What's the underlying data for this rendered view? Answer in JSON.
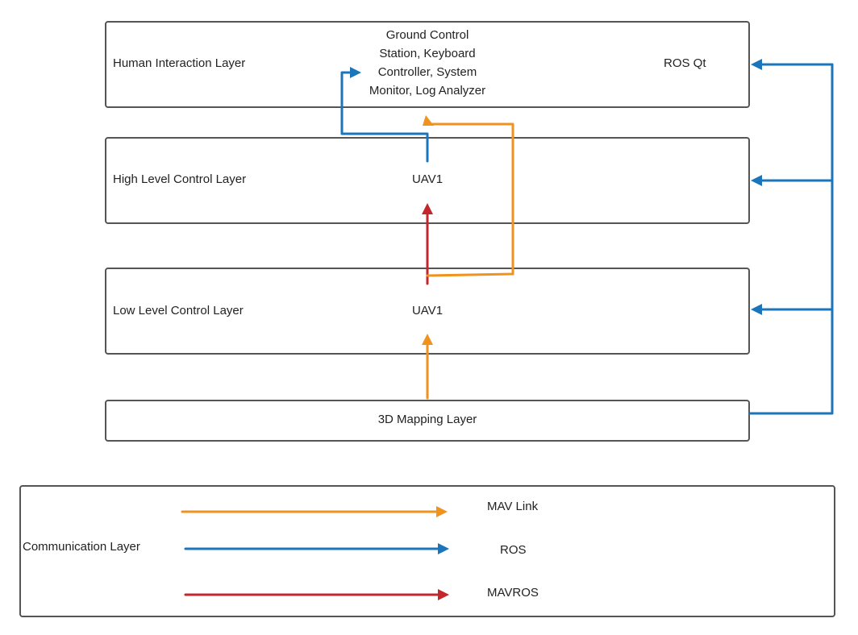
{
  "layers": {
    "human": {
      "label": "Human Interaction Layer",
      "center_line1": "Ground Control",
      "center_line2": "Station, Keyboard",
      "center_line3": "Controller, System",
      "center_line4": "Monitor, Log Analyzer",
      "right_label": "ROS Qt"
    },
    "high": {
      "label": "High Level Control Layer",
      "center_label": "UAV1"
    },
    "low": {
      "label": "Low Level Control Layer",
      "center_label": "UAV1"
    },
    "mapping": {
      "center_label": "3D Mapping Layer"
    }
  },
  "legend": {
    "title": "Communication Layer",
    "items": [
      {
        "label": "MAV Link",
        "color": "#F0921E"
      },
      {
        "label": "ROS",
        "color": "#1B75BB"
      },
      {
        "label": "MAVROS",
        "color": "#C1272D"
      }
    ]
  },
  "colors": {
    "mavlink": "#F0921E",
    "ros": "#1B75BB",
    "mavros": "#C1272D",
    "border": "#555555"
  }
}
